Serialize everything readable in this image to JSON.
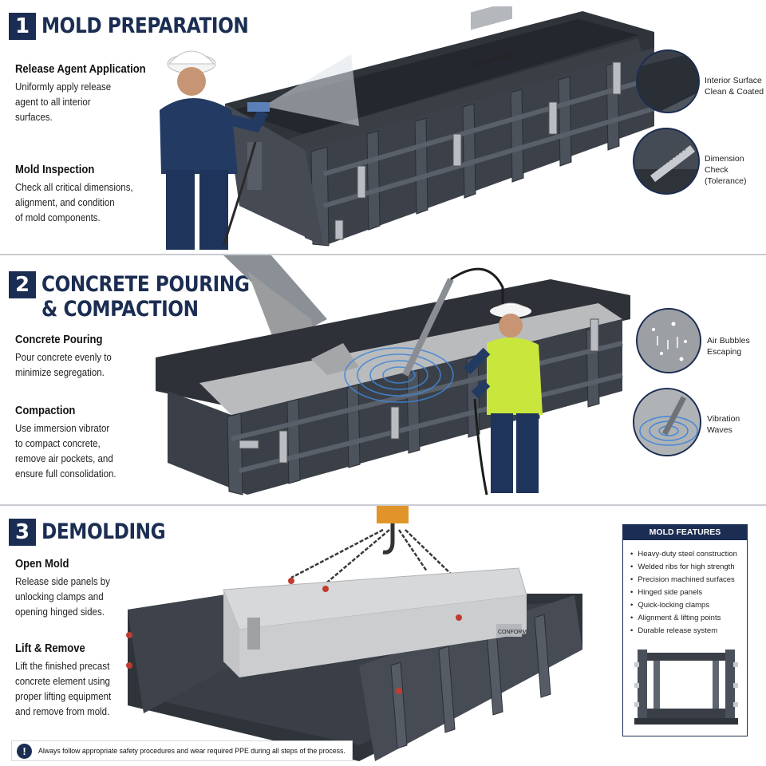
{
  "section1": {
    "number": "1",
    "title": "MOLD PREPARATION",
    "items": [
      {
        "heading": "Release Agent Application",
        "text": "Uniformly apply release\nagent to all interior\nsurfaces."
      },
      {
        "heading": "Mold Inspection",
        "text": "Check all critical dimensions,\nalignment, and condition\nof mold components."
      }
    ],
    "plate_label": "CONFORM",
    "callouts": [
      {
        "label": "Interior Surface\nClean & Coated"
      },
      {
        "label": "Dimension Check\n(Tolerance)"
      }
    ]
  },
  "section2": {
    "number": "2",
    "title_line1": "CONCRETE POURING",
    "title_line2": "& COMPACTION",
    "items": [
      {
        "heading": "Concrete Pouring",
        "text": "Pour concrete evenly to\nminimize segregation."
      },
      {
        "heading": "Compaction",
        "text": "Use immersion vibrator\nto compact concrete,\nremove air pockets, and\nensure full consolidation."
      }
    ],
    "callouts": [
      {
        "label": "Air Bubbles\nEscaping"
      },
      {
        "label": "Vibration\nWaves"
      }
    ]
  },
  "section3": {
    "number": "3",
    "title": "DEMOLDING",
    "items": [
      {
        "heading": "Open Mold",
        "text": "Release side panels by\nunlocking clamps and\nopening hinged sides."
      },
      {
        "heading": "Lift & Remove",
        "text": "Lift the finished precast\nconcrete element using\nproper lifting equipment\nand remove from mold."
      }
    ],
    "plate_label": "CONFORM"
  },
  "features": {
    "title": "MOLD FEATURES",
    "items": [
      "Heavy-duty steel construction",
      "Welded ribs for high strength",
      "Precision machined surfaces",
      "Hinged side panels",
      "Quick-locking clamps",
      "Alignment & lifting points",
      "Durable release system"
    ]
  },
  "safety": {
    "icon": "!",
    "text": "Always follow appropriate safety procedures and wear required PPE during all steps of the process."
  },
  "colors": {
    "navy": "#1b2d52",
    "steel": "#3a3f47",
    "concrete": "#c9cbcd",
    "vest": "#c8e63c",
    "wave": "#3f86d6"
  }
}
